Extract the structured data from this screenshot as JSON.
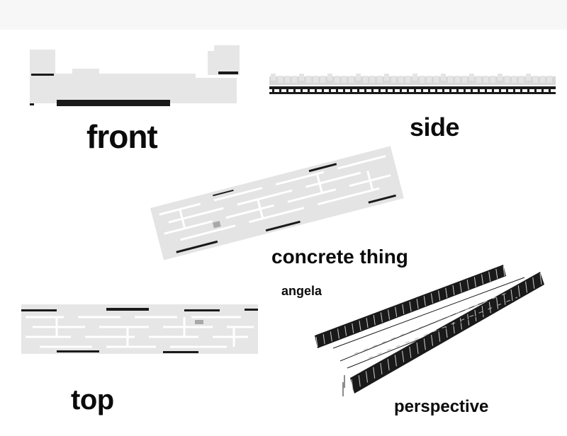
{
  "labels": {
    "front": "front",
    "side": "side",
    "concrete": "concrete thing",
    "author": "angela",
    "top": "top",
    "perspective": "perspective"
  },
  "colors": {
    "background": "#ffffff",
    "header_strip": "#f7f7f7",
    "model_fill": "#e6e6e6",
    "model_shadow": "#1a1a1a",
    "accent_grey": "#a8a8a8",
    "text": "#0b0b0b"
  },
  "views": [
    "front-elevation",
    "side-elevation",
    "axonometric",
    "top-plan",
    "perspective"
  ]
}
